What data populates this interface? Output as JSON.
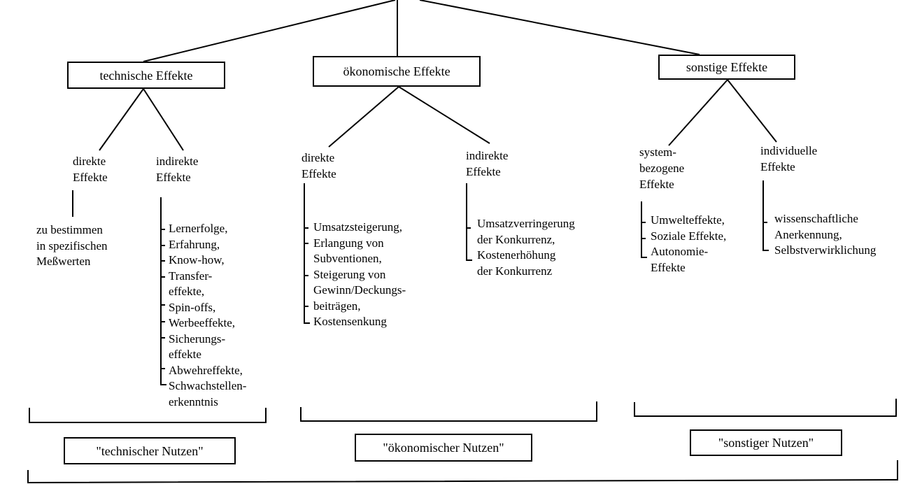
{
  "categories": [
    {
      "title": "technische Effekte",
      "branches": [
        {
          "heading": [
            "direkte",
            "Effekte"
          ],
          "items": [
            "zu bestimmen",
            "in spezifischen",
            "Meßwerten"
          ]
        },
        {
          "heading": [
            "indirekte",
            "Effekte"
          ],
          "items": [
            "Lernerfolge,",
            "Erfahrung,",
            "Know-how,",
            "Transfer-",
            "effekte,",
            "Spin-offs,",
            "Werbeeffekte,",
            "Sicherungs-",
            "effekte",
            "Abwehreffekte,",
            "Schwachstellen-",
            "erkenntnis"
          ]
        }
      ],
      "benefit": "\"technischer Nutzen\""
    },
    {
      "title": "ökonomische Effekte",
      "branches": [
        {
          "heading": [
            "direkte",
            "Effekte"
          ],
          "items": [
            "Umsatzsteigerung,",
            "Erlangung von",
            "Subventionen,",
            "Steigerung von",
            "Gewinn/Deckungs-",
            "beiträgen,",
            "Kostensenkung"
          ]
        },
        {
          "heading": [
            "indirekte",
            "Effekte"
          ],
          "items": [
            "Umsatzverringerung",
            "der Konkurrenz,",
            "Kostenerhöhung",
            "der Konkurrenz"
          ]
        }
      ],
      "benefit": "\"ökonomischer Nutzen\""
    },
    {
      "title": "sonstige Effekte",
      "branches": [
        {
          "heading": [
            "system-",
            "bezogene",
            "Effekte"
          ],
          "items": [
            "Umwelteffekte,",
            "Soziale Effekte,",
            "Autonomie-",
            "Effekte"
          ]
        },
        {
          "heading": [
            "individuelle",
            "Effekte"
          ],
          "items": [
            "wissenschaftliche",
            "Anerkennung,",
            "Selbstverwirklichung"
          ]
        }
      ],
      "benefit": "\"sonstiger Nutzen\""
    }
  ]
}
